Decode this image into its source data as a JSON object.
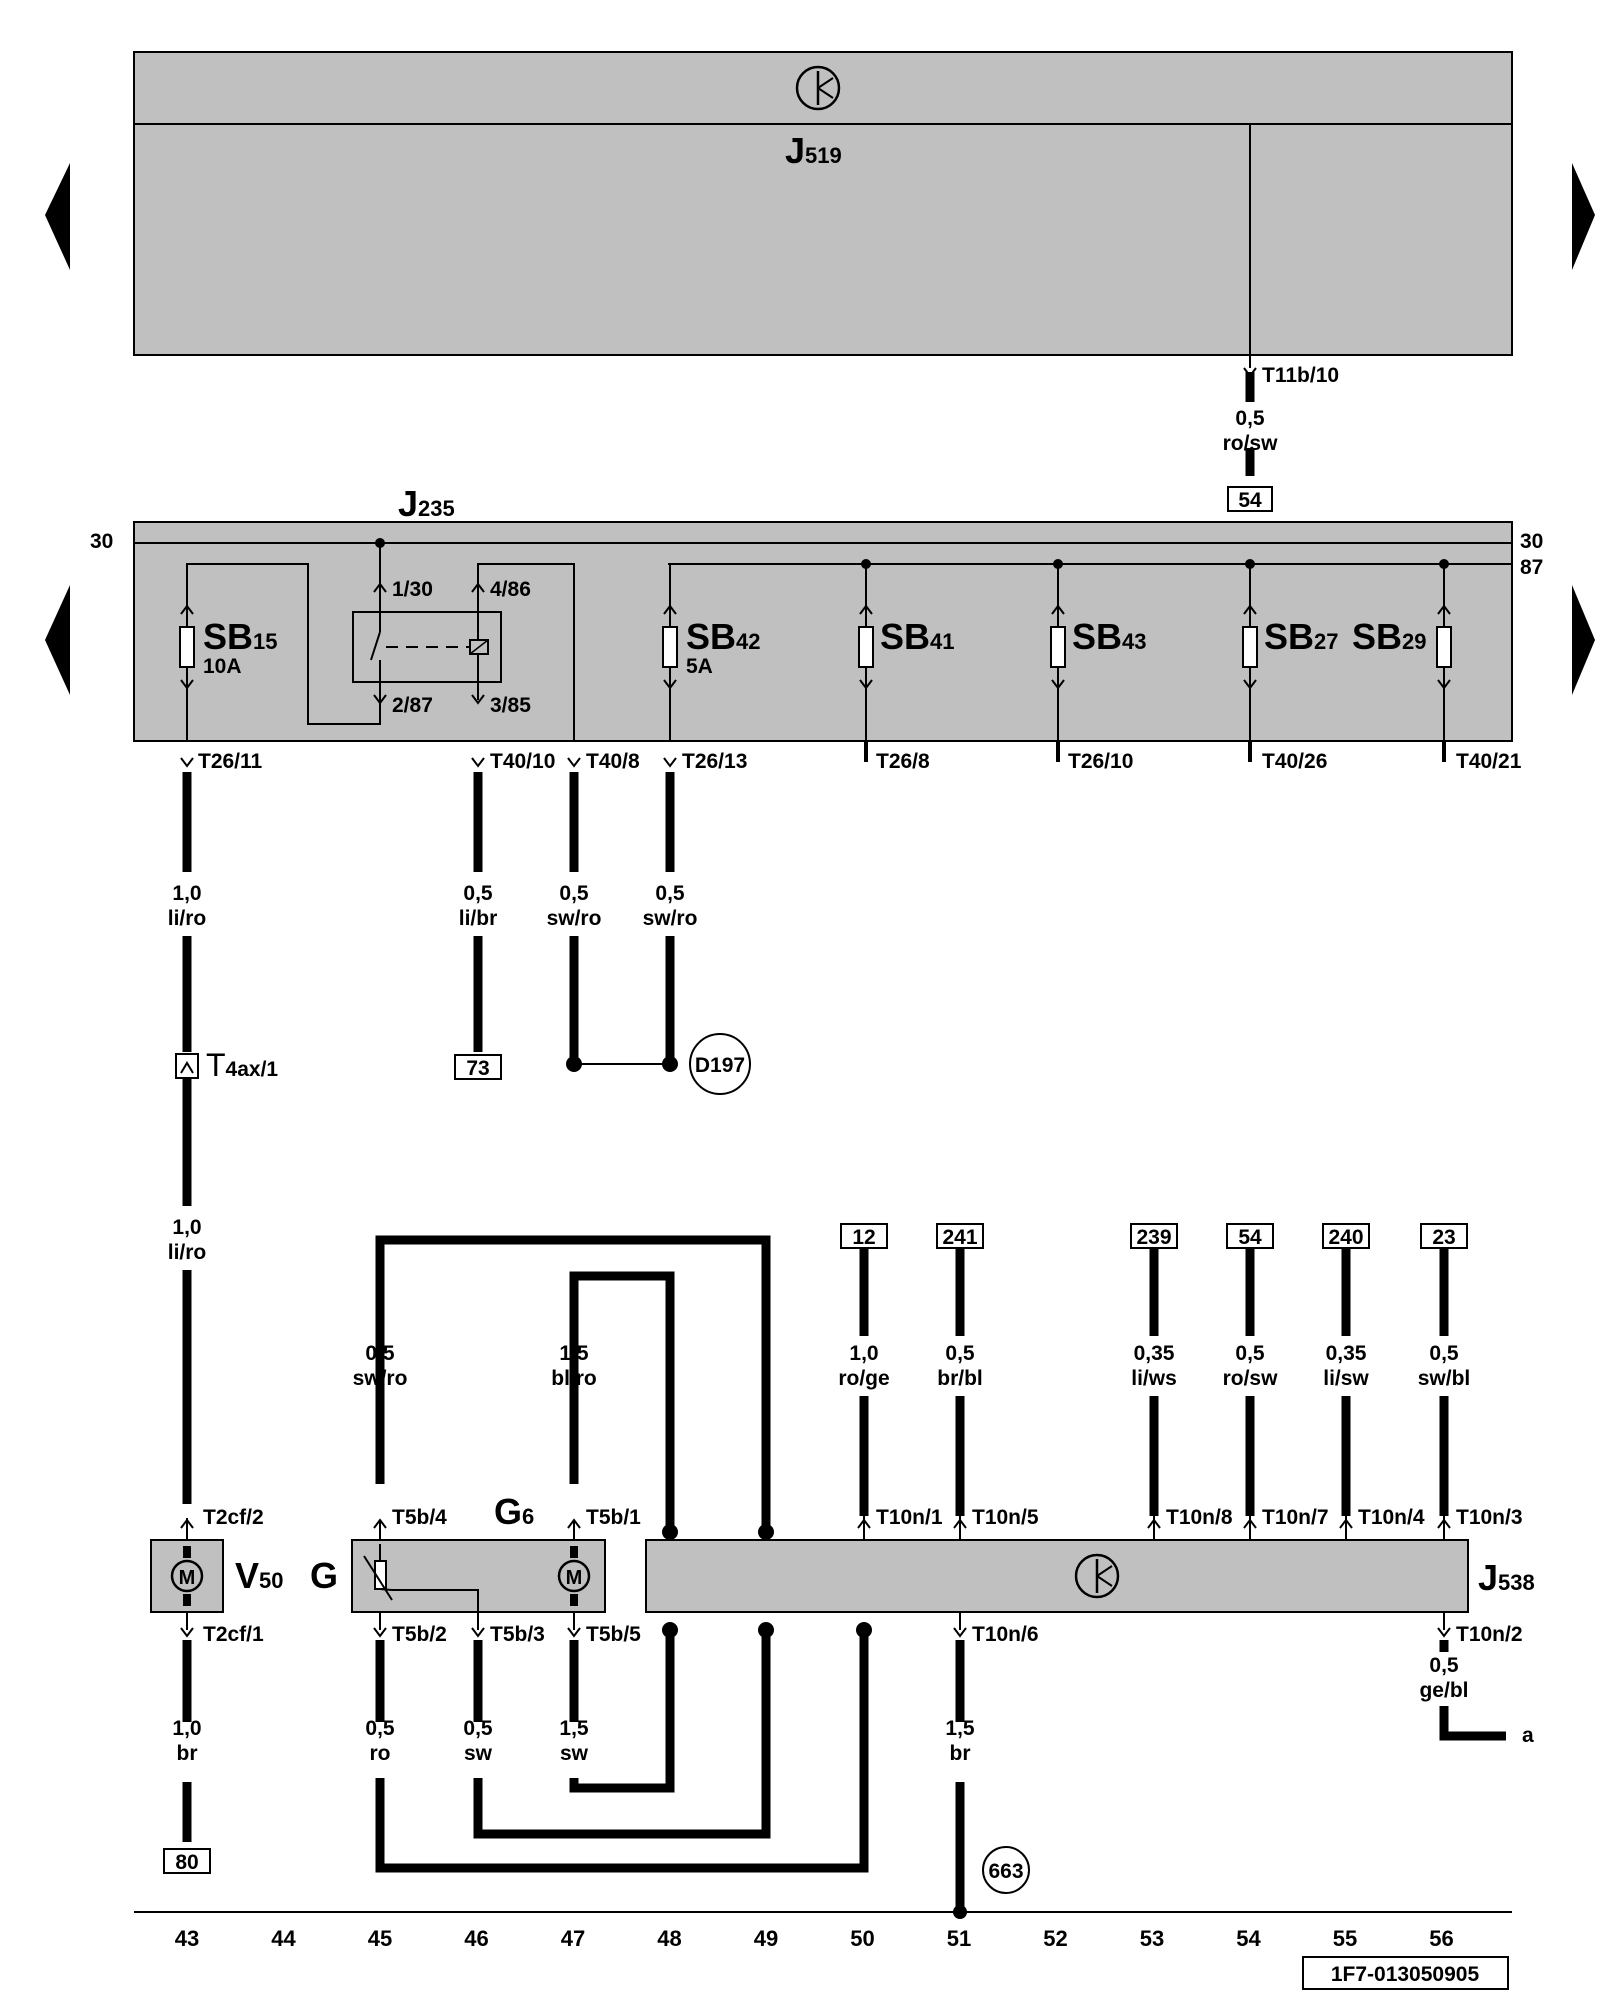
{
  "modules": {
    "j519": {
      "main": "J",
      "sub": "519"
    },
    "j235": {
      "main": "J",
      "sub": "235"
    },
    "j538": {
      "main": "J",
      "sub": "538"
    },
    "g6": {
      "main": "G",
      "sub": "6"
    },
    "g": "G",
    "v50": {
      "main": "V",
      "sub": "50"
    }
  },
  "rails": {
    "left_30": "30",
    "right_30": "30",
    "right_87": "87"
  },
  "fuses": {
    "sb15": {
      "main": "SB",
      "sub": "15",
      "rating": "10A"
    },
    "sb42": {
      "main": "SB",
      "sub": "42",
      "rating": "5A"
    },
    "sb41": {
      "main": "SB",
      "sub": "41"
    },
    "sb43": {
      "main": "SB",
      "sub": "43"
    },
    "sb27": {
      "main": "SB",
      "sub": "27"
    },
    "sb29": {
      "main": "SB",
      "sub": "29"
    }
  },
  "relay_pins": {
    "p1": "1/30",
    "p4": "4/86",
    "p2": "2/87",
    "p3": "3/85"
  },
  "pins": {
    "t11b10": "T11b/10",
    "t26_11": "T26/11",
    "t40_10": "T40/10",
    "t40_8": "T40/8",
    "t26_13": "T26/13",
    "t26_8": "T26/8",
    "t26_10": "T26/10",
    "t40_26": "T40/26",
    "t40_21": "T40/21",
    "t4ax": {
      "main": "T",
      "sub": "4ax/1"
    },
    "t2cf2": "T2cf/2",
    "t2cf1": "T2cf/1",
    "t5b4": "T5b/4",
    "t5b1": "T5b/1",
    "t5b2": "T5b/2",
    "t5b3": "T5b/3",
    "t5b5": "T5b/5",
    "t10n1": "T10n/1",
    "t10n5": "T10n/5",
    "t10n8": "T10n/8",
    "t10n7": "T10n/7",
    "t10n4": "T10n/4",
    "t10n3": "T10n/3",
    "t10n6": "T10n/6",
    "t10n2": "T10n/2"
  },
  "wires": {
    "w_top": {
      "size": "0,5",
      "color": "ro/sw"
    },
    "w1": {
      "size": "1,0",
      "color": "li/ro"
    },
    "w2": {
      "size": "0,5",
      "color": "li/br"
    },
    "w3": {
      "size": "0,5",
      "color": "sw/ro"
    },
    "w4": {
      "size": "0,5",
      "color": "sw/ro"
    },
    "w5": {
      "size": "1,0",
      "color": "li/ro"
    },
    "w6": {
      "size": "0,5",
      "color": "sw/ro"
    },
    "w7": {
      "size": "1,5",
      "color": "bl/ro"
    },
    "w8": {
      "size": "1,0",
      "color": "ro/ge"
    },
    "w9": {
      "size": "0,5",
      "color": "br/bl"
    },
    "w10": {
      "size": "0,35",
      "color": "li/ws"
    },
    "w11": {
      "size": "0,5",
      "color": "ro/sw"
    },
    "w12": {
      "size": "0,35",
      "color": "li/sw"
    },
    "w13": {
      "size": "0,5",
      "color": "sw/bl"
    },
    "w14": {
      "size": "1,0",
      "color": "br"
    },
    "w15": {
      "size": "0,5",
      "color": "ro"
    },
    "w16": {
      "size": "0,5",
      "color": "sw"
    },
    "w17": {
      "size": "1,5",
      "color": "sw"
    },
    "w18": {
      "size": "1,5",
      "color": "br"
    },
    "w19": {
      "size": "0,5",
      "color": "ge/bl"
    }
  },
  "refs": {
    "r54_top": "54",
    "r73": "73",
    "r80": "80",
    "r12": "12",
    "r241": "241",
    "r239": "239",
    "r54": "54",
    "r240": "240",
    "r23": "23"
  },
  "grounds": {
    "d197": "D197",
    "g663": "663"
  },
  "continuation": "a",
  "columns": [
    "43",
    "44",
    "45",
    "46",
    "47",
    "48",
    "49",
    "50",
    "51",
    "52",
    "53",
    "54",
    "55",
    "56"
  ],
  "doc_number": "1F7-013050905",
  "colors": {
    "module_fill": "#c0c0c0",
    "line": "#000000"
  }
}
